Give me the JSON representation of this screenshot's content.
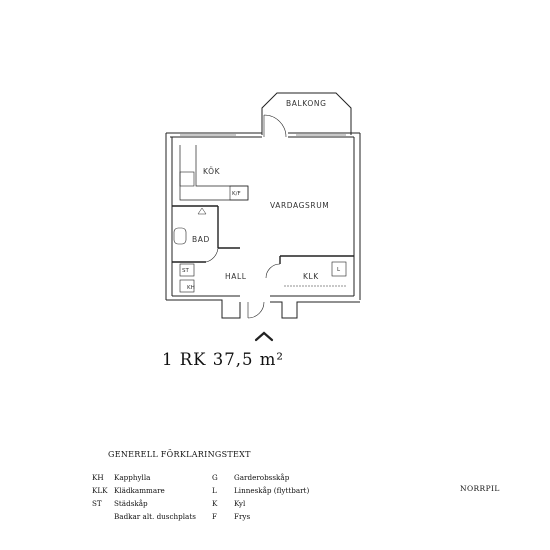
{
  "rooms": {
    "balkong": "BALKONG",
    "kok": "KÖK",
    "kf": "K/F",
    "vardagsrum": "VARDAGSRUM",
    "bad": "BAD",
    "st": "ST",
    "kh": "KH",
    "hall": "HALL",
    "klk": "KLK",
    "l": "L"
  },
  "apartment": "1 RK 37,5 m²",
  "legend": {
    "title": "GENERELL FÖRKLARINGSTEXT",
    "left": [
      {
        "code": "KH",
        "text": "Kapphylla"
      },
      {
        "code": "KLK",
        "text": "Klädkammare"
      },
      {
        "code": "ST",
        "text": "Städskåp"
      },
      {
        "code": "",
        "text": "Badkar alt. duschplats"
      }
    ],
    "right": [
      {
        "code": "G",
        "text": "Garderobsskåp"
      },
      {
        "code": "L",
        "text": "Linneskåp (flyttbart)"
      },
      {
        "code": "K",
        "text": "Kyl"
      },
      {
        "code": "F",
        "text": "Frys"
      }
    ]
  },
  "north_label": "NORRPIL"
}
